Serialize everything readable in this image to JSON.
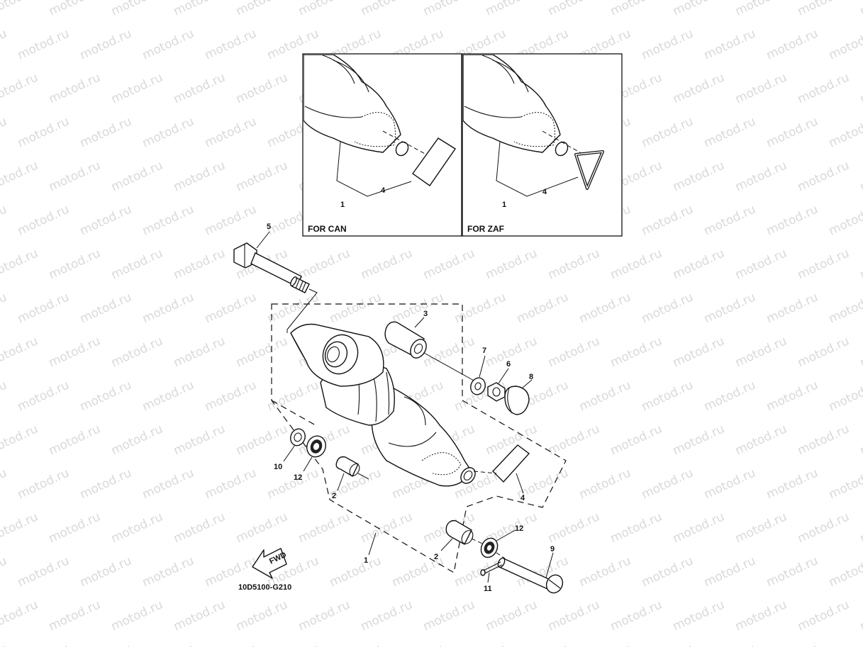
{
  "diagram": {
    "figure_code": "10D5100-G210",
    "fwd_label": "FWD",
    "watermark_text": "motod.ru",
    "insets": [
      {
        "label": "FOR CAN",
        "callouts": [
          "1",
          "4"
        ]
      },
      {
        "label": "FOR ZAF",
        "callouts": [
          "1",
          "4"
        ]
      }
    ],
    "callouts": {
      "c1": "1",
      "c2a": "2",
      "c2b": "2",
      "c3": "3",
      "c4": "4",
      "c5": "5",
      "c6": "6",
      "c7": "7",
      "c8": "8",
      "c9": "9",
      "c10": "10",
      "c11": "11",
      "c12a": "12",
      "c12b": "12"
    }
  }
}
